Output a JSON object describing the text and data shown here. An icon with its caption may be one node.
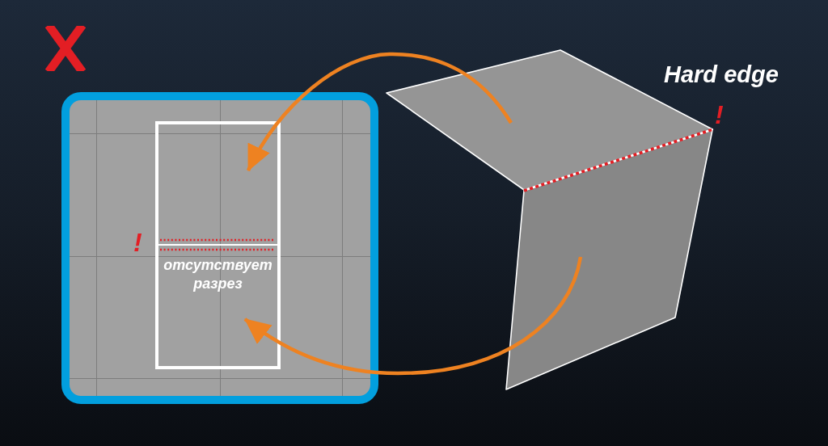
{
  "diagram": {
    "nodes": [
      {
        "text": [],
        "shape": "box"
      },
      {
        "text": [
          "отсутствует разрез"
        ],
        "in": 0,
        "beside": [
          "!"
        ]
      },
      {
        "text": [],
        "shape": "parallelogram"
      },
      {
        "text": [],
        "shape": "parallelogram"
      }
    ],
    "edges": [
      {
        "from": 2,
        "to": 1,
        "arrow": "to"
      },
      {
        "from": 3,
        "to": 1,
        "arrow": "to"
      }
    ],
    "labels": [
      "Hard edge",
      "!"
    ]
  }
}
